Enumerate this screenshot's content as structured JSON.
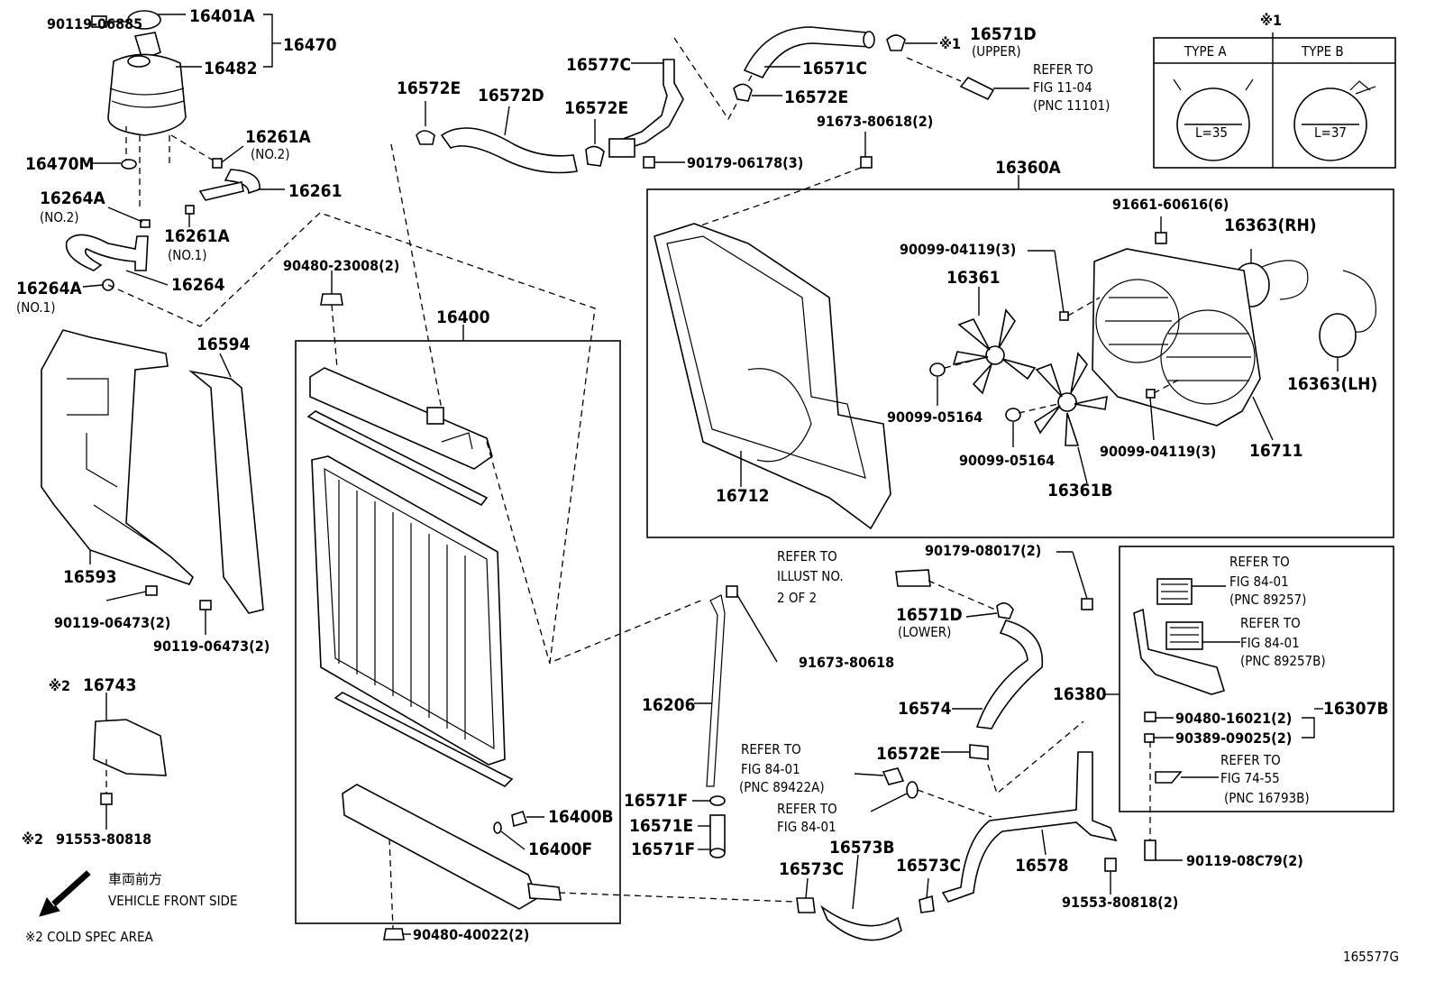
{
  "labels": {
    "l_90119_06885": "90119-06885",
    "l_16401A": "16401A",
    "l_16470": "16470",
    "l_16482": "16482",
    "l_16470M": "16470M",
    "l_16261A_no2": "16261A",
    "l_no2_a": "(NO.2)",
    "l_16261": "16261",
    "l_16264A_no2": "16264A",
    "l_no2_b": "(NO.2)",
    "l_16261A_no1": "16261A",
    "l_no1_a": "(NO.1)",
    "l_16264": "16264",
    "l_16264A_no1": "16264A",
    "l_no1_b": "(NO.1)",
    "l_16572E_a": "16572E",
    "l_16572D": "16572D",
    "l_16577C": "16577C",
    "l_16572E_b": "16572E",
    "l_90179_06178": "90179-06178(3)",
    "l_16571C": "16571C",
    "l_16572E_c": "16572E",
    "l_ref1": "※1",
    "l_16571D_upper": "16571D",
    "l_upper": "(UPPER)",
    "l_refer_to_a": "REFER TO",
    "l_fig_11_04": "FIG 11-04",
    "l_pnc_11101": "(PNC 11101)",
    "l_91673_80618_2": "91673-80618(2)",
    "l_16360A": "16360A",
    "l_ref1_box": "※1",
    "l_type_a": "TYPE A",
    "l_type_b": "TYPE B",
    "l_l35": "L=35",
    "l_l37": "L=37",
    "l_91661_60616": "91661-60616(6)",
    "l_16363rh": "16363(RH)",
    "l_90099_04119_a": "90099-04119(3)",
    "l_16361": "16361",
    "l_16363lh": "16363(LH)",
    "l_90099_05164_a": "90099-05164",
    "l_90099_05164_b": "90099-05164",
    "l_90099_04119_b": "90099-04119(3)",
    "l_16711": "16711",
    "l_16712": "16712",
    "l_16361B": "16361B",
    "l_90480_23008": "90480-23008(2)",
    "l_16400": "16400",
    "l_16594": "16594",
    "l_16593": "16593",
    "l_90119_06473_a": "90119-06473(2)",
    "l_90119_06473_b": "90119-06473(2)",
    "l_ref2_a": "※2",
    "l_16743": "16743",
    "l_ref2_b": "※2",
    "l_91553_80818": "91553-80818",
    "l_veh_jp": "車両前方",
    "l_vehicle_front": "VEHICLE FRONT SIDE",
    "l_cold_spec": "※2  COLD SPEC AREA",
    "l_refer_illust": "REFER TO",
    "l_illust_no": "ILLUST NO.",
    "l_2_of_2": "2 OF 2",
    "l_90179_08017": "90179-08017(2)",
    "l_16571D_lower": "16571D",
    "l_lower": "(LOWER)",
    "l_91673_80618": "91673-80618",
    "l_16206": "16206",
    "l_16574": "16574",
    "l_refer_84_a": "REFER TO",
    "l_fig_84_a": "FIG 84-01",
    "l_pnc_89422A": "(PNC 89422A)",
    "l_16572E_d": "16572E",
    "l_refer_84_b": "REFER TO",
    "l_fig_84_b": "FIG 84-01",
    "l_16573B": "16573B",
    "l_16573C_a": "16573C",
    "l_16573C_b": "16573C",
    "l_16578": "16578",
    "l_16571F_a": "16571F",
    "l_16571E": "16571E",
    "l_16571F_b": "16571F",
    "l_16400B": "16400B",
    "l_16400F": "16400F",
    "l_90480_40022": "90480-40022(2)",
    "l_91553_80818_2": "91553-80818(2)",
    "l_16380": "16380",
    "l_refer_84_c": "REFER TO",
    "l_fig_84_c": "FIG 84-01",
    "l_pnc_89257": "(PNC 89257)",
    "l_refer_84_d": "REFER TO",
    "l_fig_84_d": "FIG 84-01",
    "l_pnc_89257B": "(PNC 89257B)",
    "l_90480_16021": "90480-16021(2)",
    "l_90389_09025": "90389-09025(2)",
    "l_16307B": "16307B",
    "l_refer_74": "REFER TO",
    "l_fig_74_55": "FIG 74-55",
    "l_pnc_16793B": "(PNC 16793B)",
    "l_90119_08C79": "90119-08C79(2)",
    "l_fig_id": "165577G"
  }
}
